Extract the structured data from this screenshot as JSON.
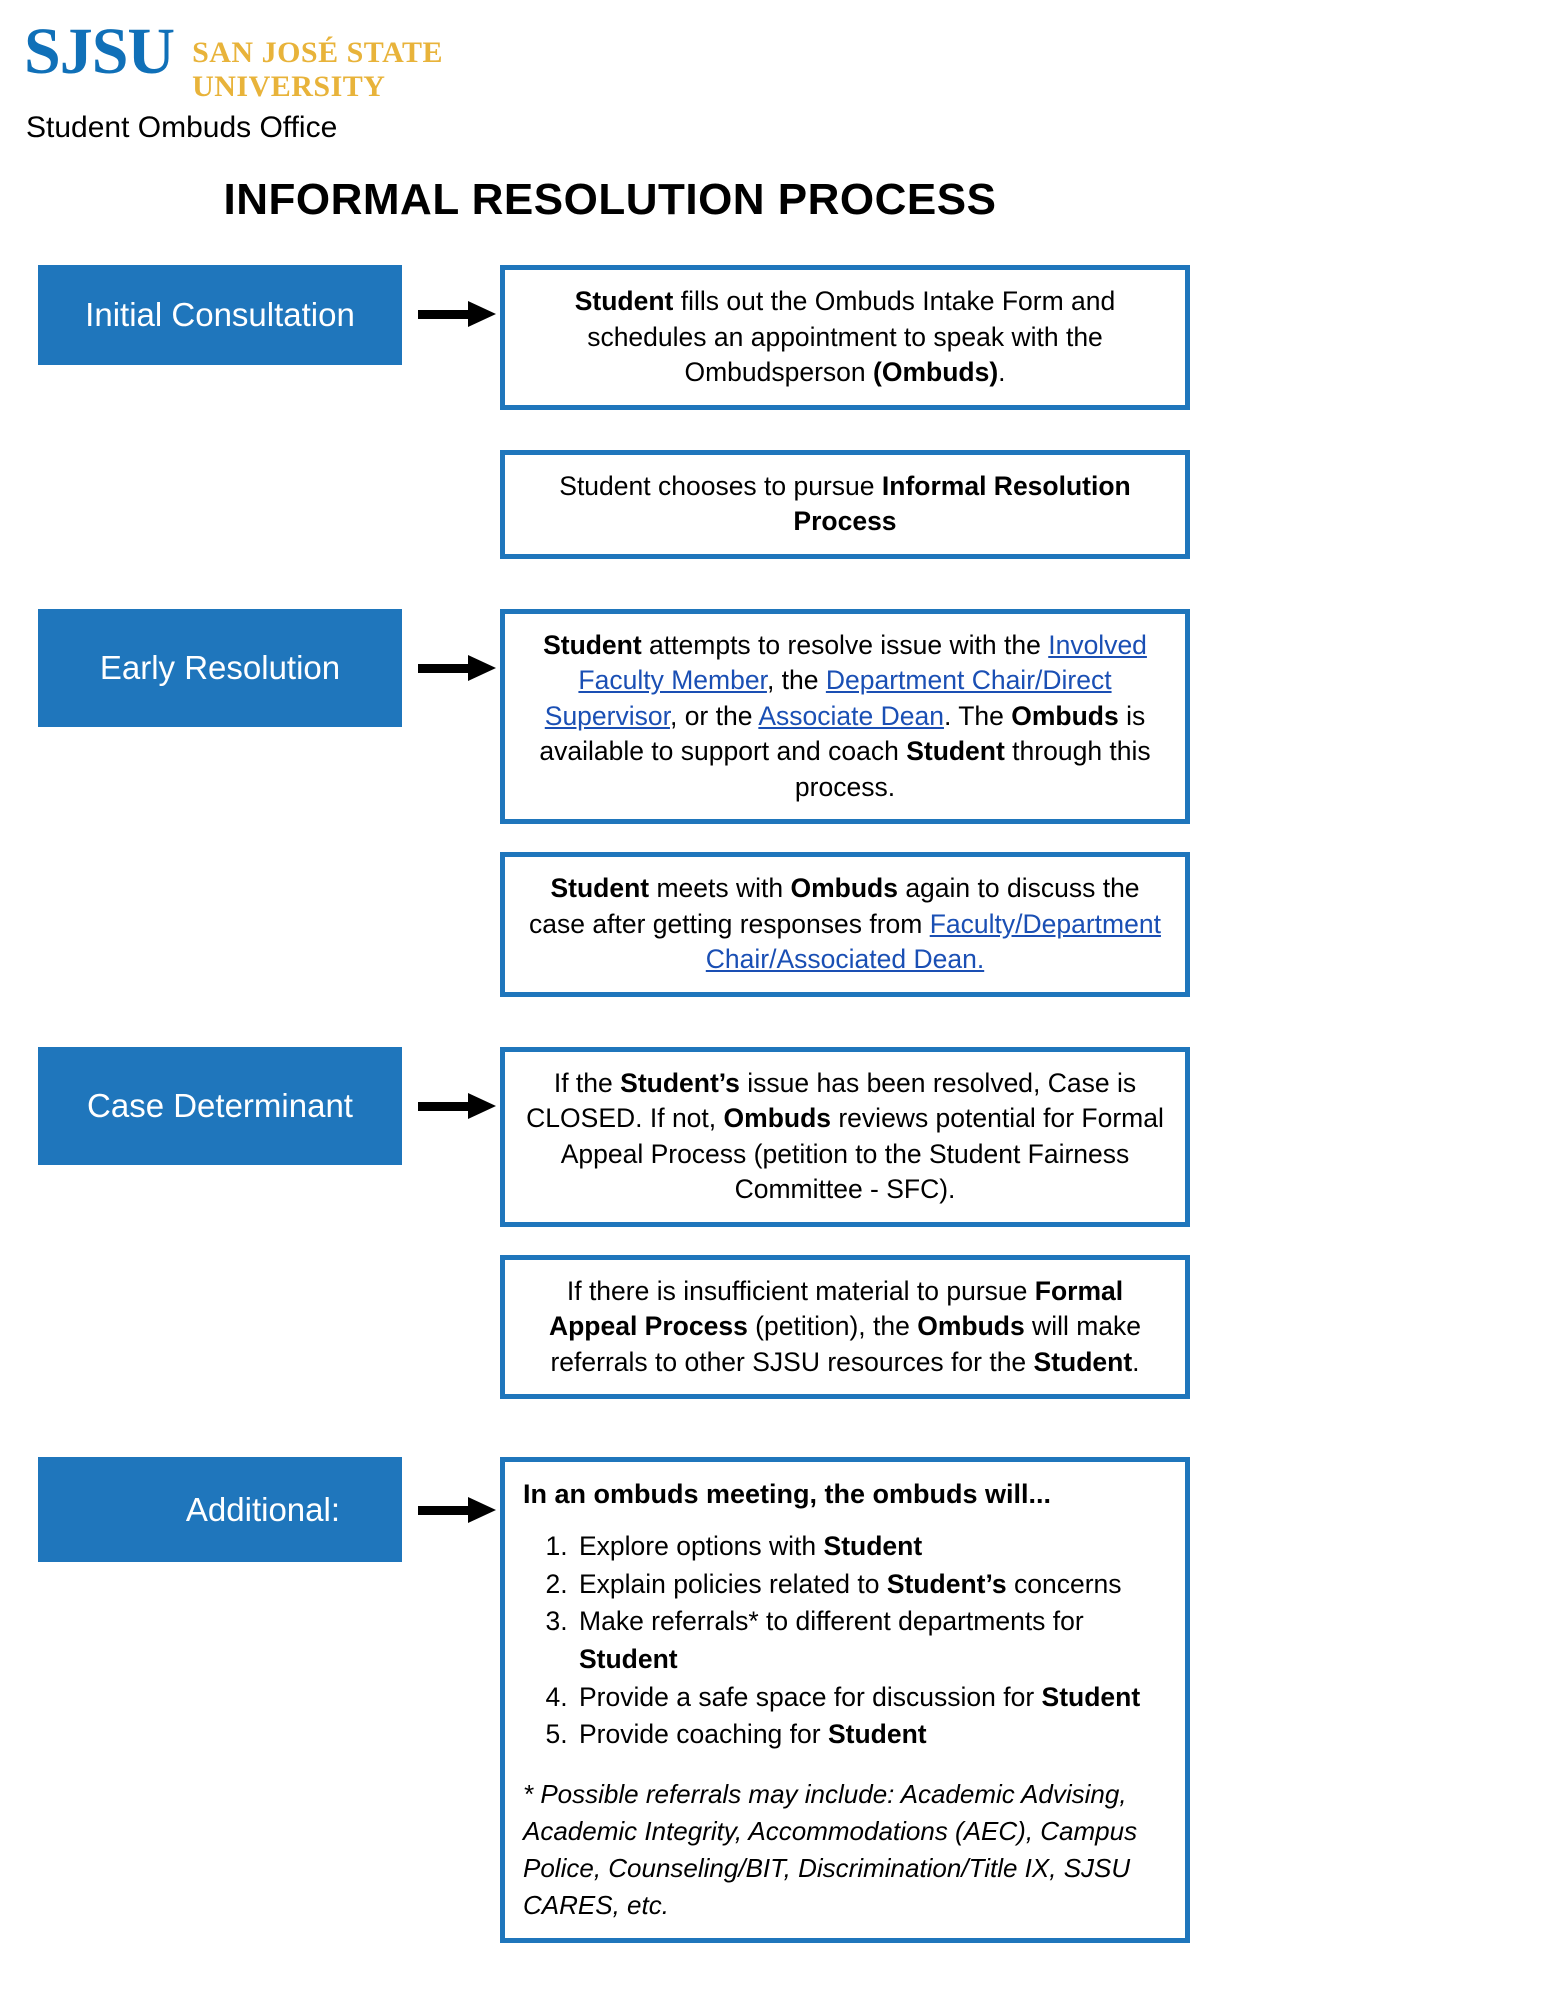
{
  "header": {
    "logo_mark": "SJSU",
    "logo_line1": "SAN JOSÉ STATE",
    "logo_line2": "UNIVERSITY",
    "office": "Student Ombuds Office",
    "brand_blue": "#1070b8",
    "brand_gold": "#e8b33a"
  },
  "title": "INFORMAL RESOLUTION PROCESS",
  "colors": {
    "accent_blue": "#1f76bc",
    "link_blue": "#1a4fb4"
  },
  "stages": [
    {
      "label": "Initial Consultation",
      "boxes": [
        {
          "segments": [
            {
              "text": "Student",
              "style": "bold"
            },
            {
              "text": " fills out the Ombuds Intake Form and schedules an appointment to speak with the Ombudsperson ",
              "style": "normal"
            },
            {
              "text": "(Ombuds)",
              "style": "bold"
            },
            {
              "text": ".",
              "style": "normal"
            }
          ]
        },
        {
          "segments": [
            {
              "text": "Student chooses to pursue ",
              "style": "normal"
            },
            {
              "text": "Informal Resolution Process",
              "style": "bold"
            }
          ]
        }
      ]
    },
    {
      "label": "Early Resolution",
      "boxes": [
        {
          "segments": [
            {
              "text": "Student",
              "style": "bold"
            },
            {
              "text": " attempts to resolve issue with the ",
              "style": "normal"
            },
            {
              "text": "Involved Faculty Member",
              "style": "link"
            },
            {
              "text": ", the ",
              "style": "normal"
            },
            {
              "text": "Department Chair/Direct Supervisor",
              "style": "link"
            },
            {
              "text": ", or the ",
              "style": "normal"
            },
            {
              "text": "Associate Dean",
              "style": "link"
            },
            {
              "text": ". The ",
              "style": "normal"
            },
            {
              "text": "Ombuds",
              "style": "bold"
            },
            {
              "text": " is available to support and coach ",
              "style": "normal"
            },
            {
              "text": "Student",
              "style": "bold"
            },
            {
              "text": " through this process.",
              "style": "normal"
            }
          ]
        },
        {
          "segments": [
            {
              "text": "Student",
              "style": "bold"
            },
            {
              "text": " meets with ",
              "style": "normal"
            },
            {
              "text": "Ombuds",
              "style": "bold"
            },
            {
              "text": " again to discuss the case after getting responses from ",
              "style": "normal"
            },
            {
              "text": "Faculty/Department Chair/Associated Dean.",
              "style": "link"
            }
          ]
        }
      ]
    },
    {
      "label": "Case Determinant",
      "boxes": [
        {
          "segments": [
            {
              "text": "If the ",
              "style": "normal"
            },
            {
              "text": "Student’s",
              "style": "bold"
            },
            {
              "text": " issue has been resolved, Case is CLOSED. If not, ",
              "style": "normal"
            },
            {
              "text": "Ombuds",
              "style": "bold"
            },
            {
              "text": " reviews potential for Formal Appeal Process (petition to the Student Fairness Committee - SFC).",
              "style": "normal"
            }
          ]
        },
        {
          "segments": [
            {
              "text": "If there is insufficient material to pursue ",
              "style": "normal"
            },
            {
              "text": "Formal Appeal Process",
              "style": "bold"
            },
            {
              "text": " (petition), the ",
              "style": "normal"
            },
            {
              "text": "Ombuds",
              "style": "bold"
            },
            {
              "text": " will make referrals to other SJSU resources for the ",
              "style": "normal"
            },
            {
              "text": "Student",
              "style": "bold"
            },
            {
              "text": ".",
              "style": "normal"
            }
          ]
        }
      ]
    }
  ],
  "additional": {
    "label": "Additional:",
    "headline": "In an ombuds meeting, the ombuds will...",
    "items": [
      [
        {
          "text": "Explore options with ",
          "style": "normal"
        },
        {
          "text": "Student",
          "style": "bold"
        }
      ],
      [
        {
          "text": "Explain policies related to ",
          "style": "normal"
        },
        {
          "text": "Student’s",
          "style": "bold"
        },
        {
          "text": " concerns",
          "style": "normal"
        }
      ],
      [
        {
          "text": "Make referrals* to different departments for ",
          "style": "normal"
        },
        {
          "text": "Student",
          "style": "bold"
        }
      ],
      [
        {
          "text": "Provide a safe space for discussion for ",
          "style": "normal"
        },
        {
          "text": "Student",
          "style": "bold"
        }
      ],
      [
        {
          "text": "Provide coaching for ",
          "style": "normal"
        },
        {
          "text": "Student",
          "style": "bold"
        }
      ]
    ],
    "footnote": "* Possible referrals may include: Academic Advising, Academic Integrity, Accommodations (AEC), Campus Police, Counseling/BIT, Discrimination/Title IX, SJSU CARES, etc."
  }
}
